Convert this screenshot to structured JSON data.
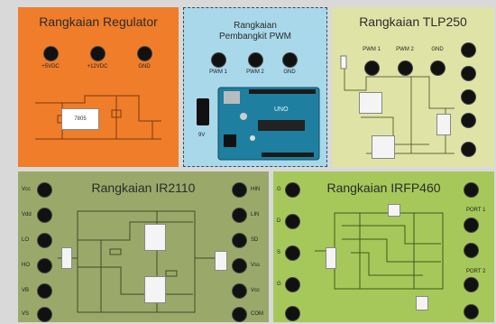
{
  "panels": {
    "regulator": {
      "title": "Rangkaian Regulator",
      "terminals": [
        "+5VDC",
        "+12VDC",
        "GND"
      ],
      "chip_label": "7805"
    },
    "pwm": {
      "title_line1": "Rangkaian",
      "title_line2": "Pembangkit PWM",
      "terminals": [
        "PWM 1",
        "PWM 2",
        "GND"
      ],
      "power_label": "9V"
    },
    "tlp250": {
      "title": "Rangkaian TLP250",
      "terminals": [
        "PWM 1",
        "PWM 2",
        "GND"
      ]
    },
    "ir2110": {
      "title": "Rangkaian IR2110",
      "left_labels": [
        "Vcc",
        "Vdd",
        "LO",
        "HO",
        "VB",
        "VS"
      ],
      "right_labels": [
        "HIN",
        "LIN",
        "SD",
        "Vss",
        "Vcc",
        "COM"
      ]
    },
    "irfp460": {
      "title": "Rangkaian IRFP460",
      "left_labels": [
        "G",
        "D",
        "S",
        "G"
      ],
      "right_labels": [
        "PORT 1",
        "PORT 2"
      ]
    }
  },
  "colors": {
    "regulator_bg": "#f07d2a",
    "pwm_bg": "#a9d8ea",
    "tlp_bg": "#dfe4a6",
    "ir_bg": "#9aa96a",
    "irfp_bg": "#a6c85a",
    "jack": "#111111"
  }
}
